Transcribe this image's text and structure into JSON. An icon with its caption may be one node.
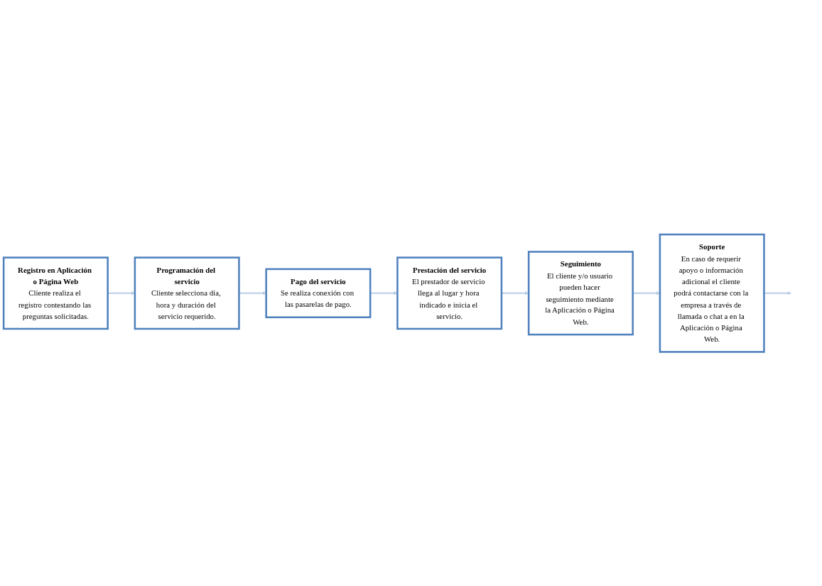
{
  "diagram": {
    "nodes": [
      {
        "text": [
          "Registro en Aplicación o Página Web",
          "Cliente realiza el registro contestando las preguntas solicitadas."
        ]
      },
      {
        "text": [
          "Programación del servicio",
          "Cliente selecciona día, hora y duración del servicio requerido."
        ]
      },
      {
        "text": [
          "Pago del servicio",
          "Se realiza conexión con las pasarelas de pago."
        ]
      },
      {
        "text": [
          "Prestación del servicio",
          "El prestador de servicio llega al lugar y hora indicado e inicia el servicio."
        ]
      },
      {
        "text": [
          "Seguimiento",
          "El cliente y/o usuario pueden hacer seguimiento mediante la Aplicación o Página Web."
        ]
      },
      {
        "text": [
          "Soporte",
          "En caso de requerir apoyo o información adicional el cliente podrá contactarse con la empresa a través de llamada o chat a en la Aplicación o Página Web."
        ]
      }
    ],
    "edges": [
      {
        "from": 0,
        "to": 1,
        "arrow": "to"
      },
      {
        "from": 1,
        "to": 2,
        "arrow": "to"
      },
      {
        "from": 2,
        "to": 3,
        "arrow": "to"
      },
      {
        "from": 3,
        "to": 4,
        "arrow": "to"
      },
      {
        "from": 4,
        "to": 5,
        "arrow": "to"
      },
      {
        "from": 5,
        "to": null,
        "arrow": "to"
      }
    ]
  }
}
